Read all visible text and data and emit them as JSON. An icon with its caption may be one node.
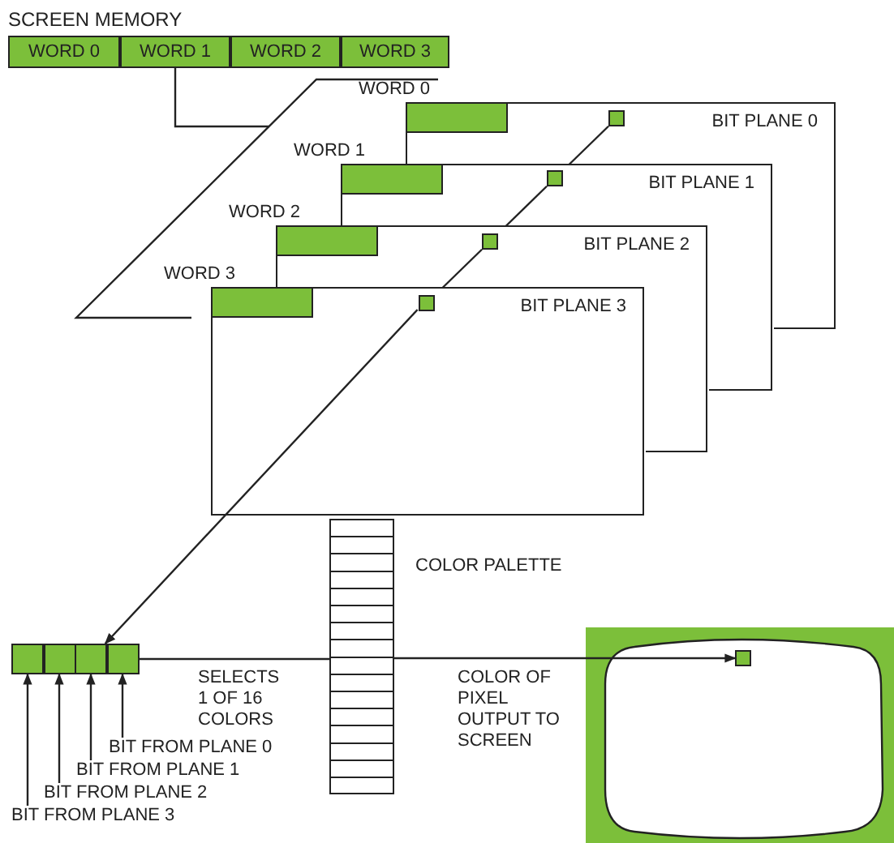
{
  "diagram": {
    "nodes": [
      {
        "text": [
          "WORD 0"
        ]
      },
      {
        "text": [
          "WORD 1"
        ]
      },
      {
        "text": [
          "WORD 2"
        ]
      },
      {
        "text": [
          "WORD 3"
        ]
      },
      {
        "text": [
          "WORD 0",
          "BIT PLANE 0"
        ]
      },
      {
        "text": [
          "WORD 1",
          "BIT PLANE 1"
        ]
      },
      {
        "text": [
          "WORD 2",
          "BIT PLANE 2"
        ]
      },
      {
        "text": [
          "WORD 3",
          "BIT PLANE 3"
        ]
      },
      {
        "text": [],
        "shape": "box",
        "in": 4
      },
      {
        "text": [],
        "shape": "box",
        "in": 5
      },
      {
        "text": [],
        "shape": "box",
        "in": 6
      },
      {
        "text": [],
        "shape": "box",
        "in": 7
      },
      {
        "text": [],
        "shape": "box"
      },
      {
        "text": [],
        "shape": "box"
      },
      {
        "text": [],
        "shape": "box"
      },
      {
        "text": [],
        "shape": "box"
      },
      {
        "text": [
          "BIT FROM PLANE 0"
        ]
      },
      {
        "text": [
          "BIT FROM PLANE 1"
        ]
      },
      {
        "text": [
          "BIT FROM PLANE 2"
        ]
      },
      {
        "text": [
          "BIT FROM PLANE 3"
        ]
      },
      {
        "text": [],
        "shape": "box",
        "beside": [
          "COLOR PALETTE"
        ]
      },
      {
        "text": [],
        "shape": "screen"
      },
      {
        "text": [],
        "shape": "box",
        "in": 21
      },
      {
        "text": [],
        "shape": "bar",
        "in": 4
      },
      {
        "text": [],
        "shape": "bar",
        "in": 5
      },
      {
        "text": [],
        "shape": "bar",
        "in": 6
      },
      {
        "text": [],
        "shape": "bar",
        "in": 7
      }
    ],
    "edges": [
      {
        "from": 1,
        "to": null,
        "arrow": "none"
      },
      {
        "from": 8,
        "to": 9,
        "arrow": "none"
      },
      {
        "from": 9,
        "to": 10,
        "arrow": "none"
      },
      {
        "from": 10,
        "to": 11,
        "arrow": "none"
      },
      {
        "from": 11,
        "to": 14,
        "arrow": "to"
      },
      {
        "from": 16,
        "to": 15,
        "arrow": "to"
      },
      {
        "from": 17,
        "to": 14,
        "arrow": "to"
      },
      {
        "from": 18,
        "to": 13,
        "arrow": "to"
      },
      {
        "from": 19,
        "to": 12,
        "arrow": "to"
      },
      {
        "from": 15,
        "to": 20,
        "arrow": "none",
        "label": "SELECTS 1 OF 16 COLORS"
      },
      {
        "from": 20,
        "to": 22,
        "arrow": "to",
        "label": "COLOR OF PIXEL OUTPUT TO SCREEN"
      }
    ],
    "labels": [
      "SCREEN MEMORY"
    ]
  }
}
